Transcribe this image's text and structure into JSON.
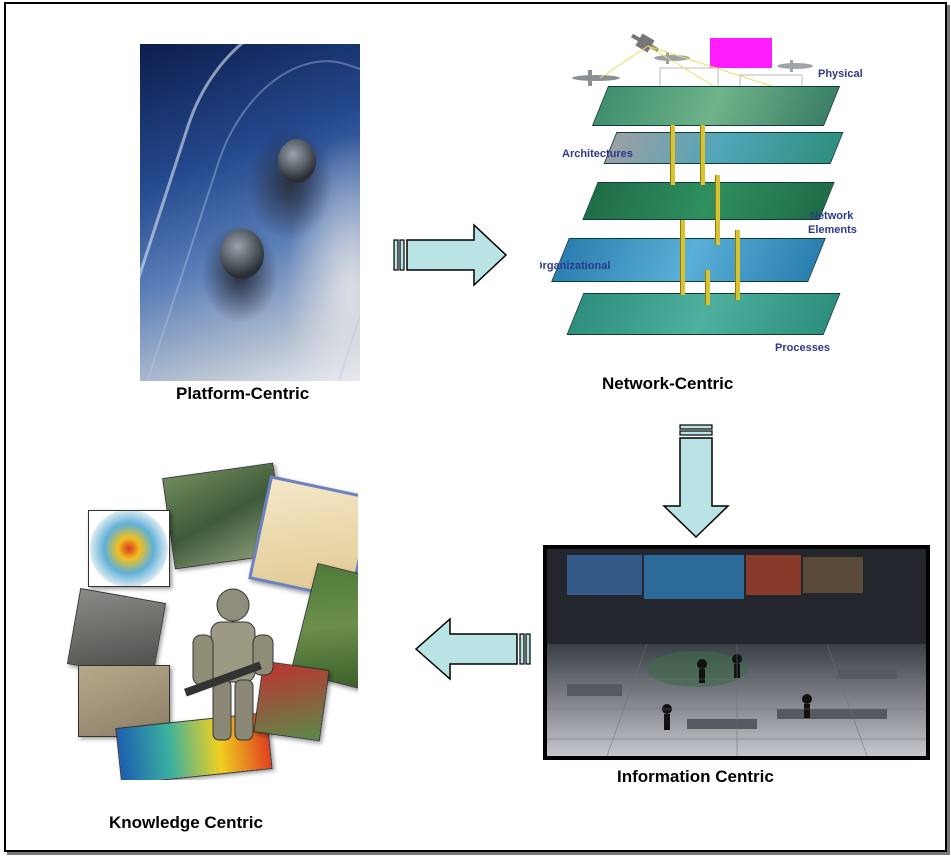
{
  "captions": {
    "platform": "Platform-Centric",
    "network": "Network-Centric",
    "information": "Information Centric",
    "knowledge": "Knowledge Centric"
  },
  "network_layers": {
    "physical": "Physical",
    "architectures": "Architectures",
    "network_elements_1": "Network",
    "network_elements_2": "Elements",
    "organizational": "Organizational",
    "processes": "Processes"
  },
  "colors": {
    "arrow_fill": "#b9e3e4",
    "arrow_stroke": "#000000",
    "layer_teal": "#2f8f7f",
    "layer_blue": "#4aa0c8",
    "label_blue": "#2c3a8c"
  },
  "icons": {
    "arrow_right": "arrow-right-icon",
    "arrow_down": "arrow-down-icon",
    "arrow_left": "arrow-left-icon"
  }
}
